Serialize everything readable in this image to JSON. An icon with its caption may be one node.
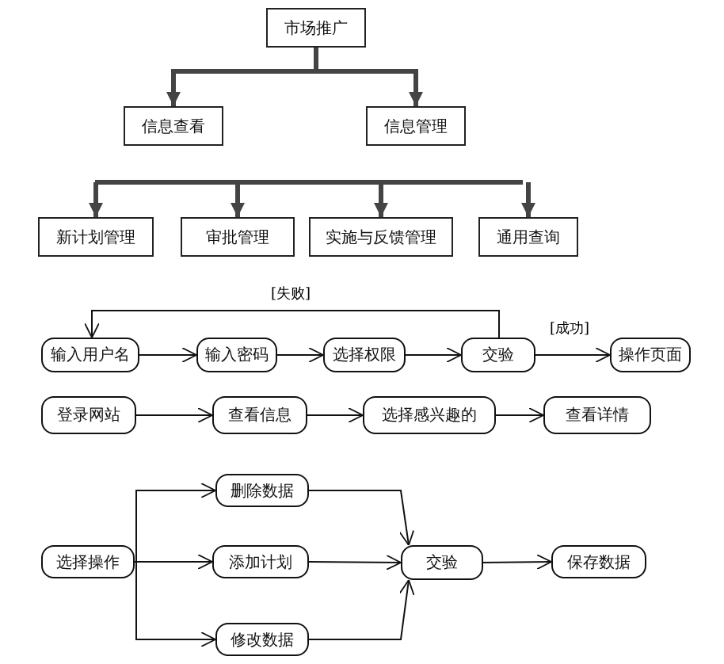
{
  "diagram": {
    "nodes": [
      {
        "text": [
          "市场推广"
        ]
      },
      {
        "text": [
          "信息查看"
        ]
      },
      {
        "text": [
          "信息管理"
        ]
      },
      {
        "text": [
          "新计划管理"
        ]
      },
      {
        "text": [
          "审批管理"
        ]
      },
      {
        "text": [
          "实施与反馈管理"
        ]
      },
      {
        "text": [
          "通用查询"
        ]
      },
      {
        "text": [
          "输入用户名"
        ]
      },
      {
        "text": [
          "输入密码"
        ]
      },
      {
        "text": [
          "选择权限"
        ]
      },
      {
        "text": [
          "交验"
        ]
      },
      {
        "text": [
          "操作页面"
        ]
      },
      {
        "text": [
          "登录网站"
        ]
      },
      {
        "text": [
          "查看信息"
        ]
      },
      {
        "text": [
          "选择感兴趣的"
        ]
      },
      {
        "text": [
          "查看详情"
        ]
      },
      {
        "text": [
          "删除数据"
        ]
      },
      {
        "text": [
          "选择操作"
        ]
      },
      {
        "text": [
          "添加计划"
        ]
      },
      {
        "text": [
          "交验"
        ]
      },
      {
        "text": [
          "保存数据"
        ]
      },
      {
        "text": [
          "修改数据"
        ]
      }
    ],
    "edges": [
      {
        "from": 0,
        "to": 1,
        "arrow": "to",
        "style": "thick",
        "color": "#444444"
      },
      {
        "from": 0,
        "to": 2,
        "arrow": "to",
        "style": "thick",
        "color": "#444444"
      },
      {
        "from": null,
        "to": 3,
        "arrow": "to",
        "style": "thick",
        "color": "#444444"
      },
      {
        "from": null,
        "to": 4,
        "arrow": "to",
        "style": "thick",
        "color": "#444444"
      },
      {
        "from": null,
        "to": 5,
        "arrow": "to",
        "style": "thick",
        "color": "#444444"
      },
      {
        "from": null,
        "to": 6,
        "arrow": "to",
        "style": "thick",
        "color": "#444444"
      },
      {
        "from": 7,
        "to": 8,
        "arrow": "to"
      },
      {
        "from": 8,
        "to": 9,
        "arrow": "to"
      },
      {
        "from": 9,
        "to": 10,
        "arrow": "to"
      },
      {
        "from": 10,
        "to": 11,
        "arrow": "to",
        "label": "[成功]"
      },
      {
        "from": 10,
        "to": 7,
        "arrow": "to",
        "label": "[失败]"
      },
      {
        "from": 12,
        "to": 13,
        "arrow": "to"
      },
      {
        "from": 13,
        "to": 14,
        "arrow": "to"
      },
      {
        "from": 14,
        "to": 15,
        "arrow": "to"
      },
      {
        "from": 17,
        "to": 16,
        "arrow": "to"
      },
      {
        "from": 17,
        "to": 18,
        "arrow": "to"
      },
      {
        "from": 17,
        "to": 21,
        "arrow": "to"
      },
      {
        "from": 16,
        "to": 19,
        "arrow": "to"
      },
      {
        "from": 18,
        "to": 19,
        "arrow": "to"
      },
      {
        "from": 21,
        "to": 19,
        "arrow": "to"
      },
      {
        "from": 19,
        "to": 20,
        "arrow": "to"
      }
    ]
  }
}
